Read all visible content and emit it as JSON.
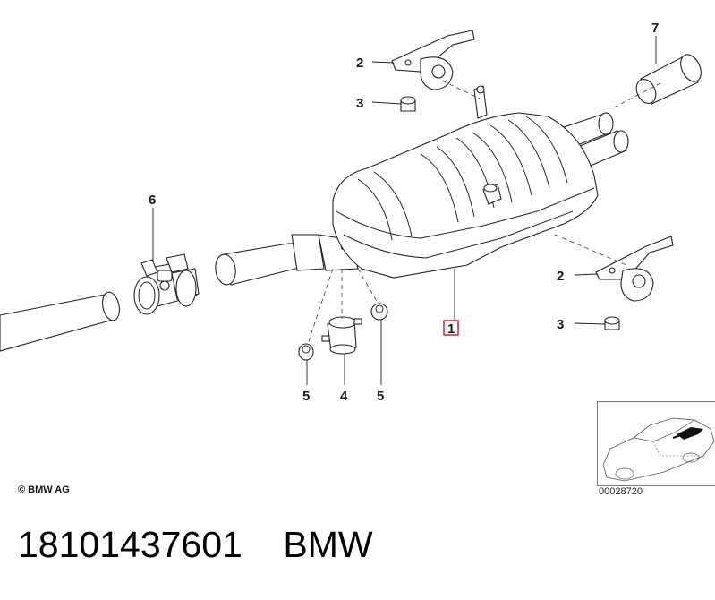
{
  "callouts": {
    "c1": "1",
    "c2a": "2",
    "c2b": "2",
    "c3a": "3",
    "c3b": "3",
    "c4": "4",
    "c5a": "5",
    "c5b": "5",
    "c6": "6",
    "c7": "7"
  },
  "highlight_color": "#d9232d",
  "copyright": "© BMW AG",
  "image_number": "00028720",
  "part_line": "18101437601    BMW"
}
